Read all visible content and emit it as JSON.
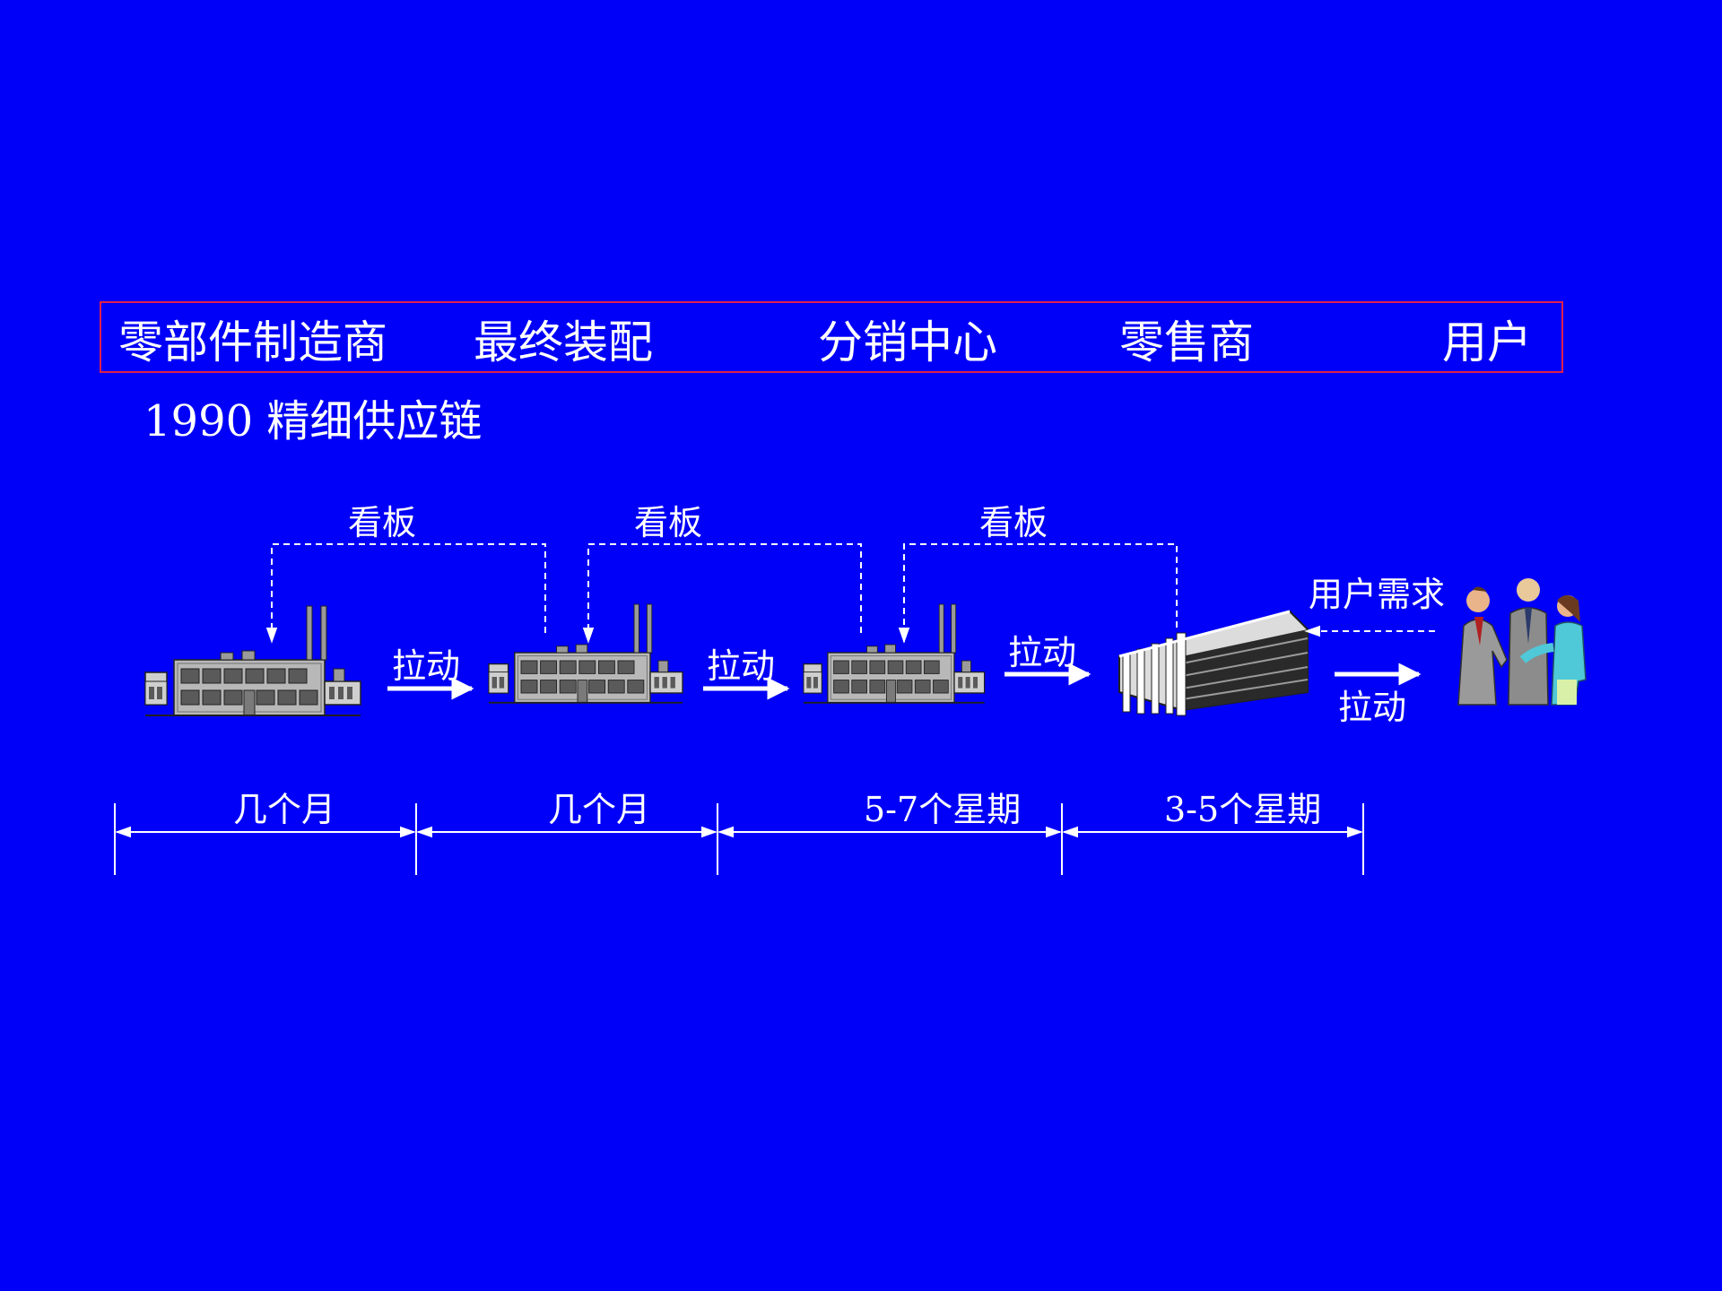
{
  "header": {
    "stages": [
      "零部件制造商",
      "最终装配",
      "分销中心",
      "零售商",
      "用户"
    ]
  },
  "subtitle": "1990  精细供应链",
  "kanban_labels": [
    "看板",
    "看板",
    "看板"
  ],
  "pull_labels": [
    "拉动",
    "拉动",
    "拉动",
    "拉动"
  ],
  "demand_label": "用户需求",
  "periods": [
    "几个月",
    "几个月",
    "5-7个星期",
    "3-5个星期"
  ],
  "icons": {
    "factory": "factory-icon",
    "retail": "office-building-icon",
    "customers": "people-handshake-icon"
  },
  "colors": {
    "background": "#0000f8",
    "box_border": "#e0204c",
    "line": "#ffffff"
  }
}
